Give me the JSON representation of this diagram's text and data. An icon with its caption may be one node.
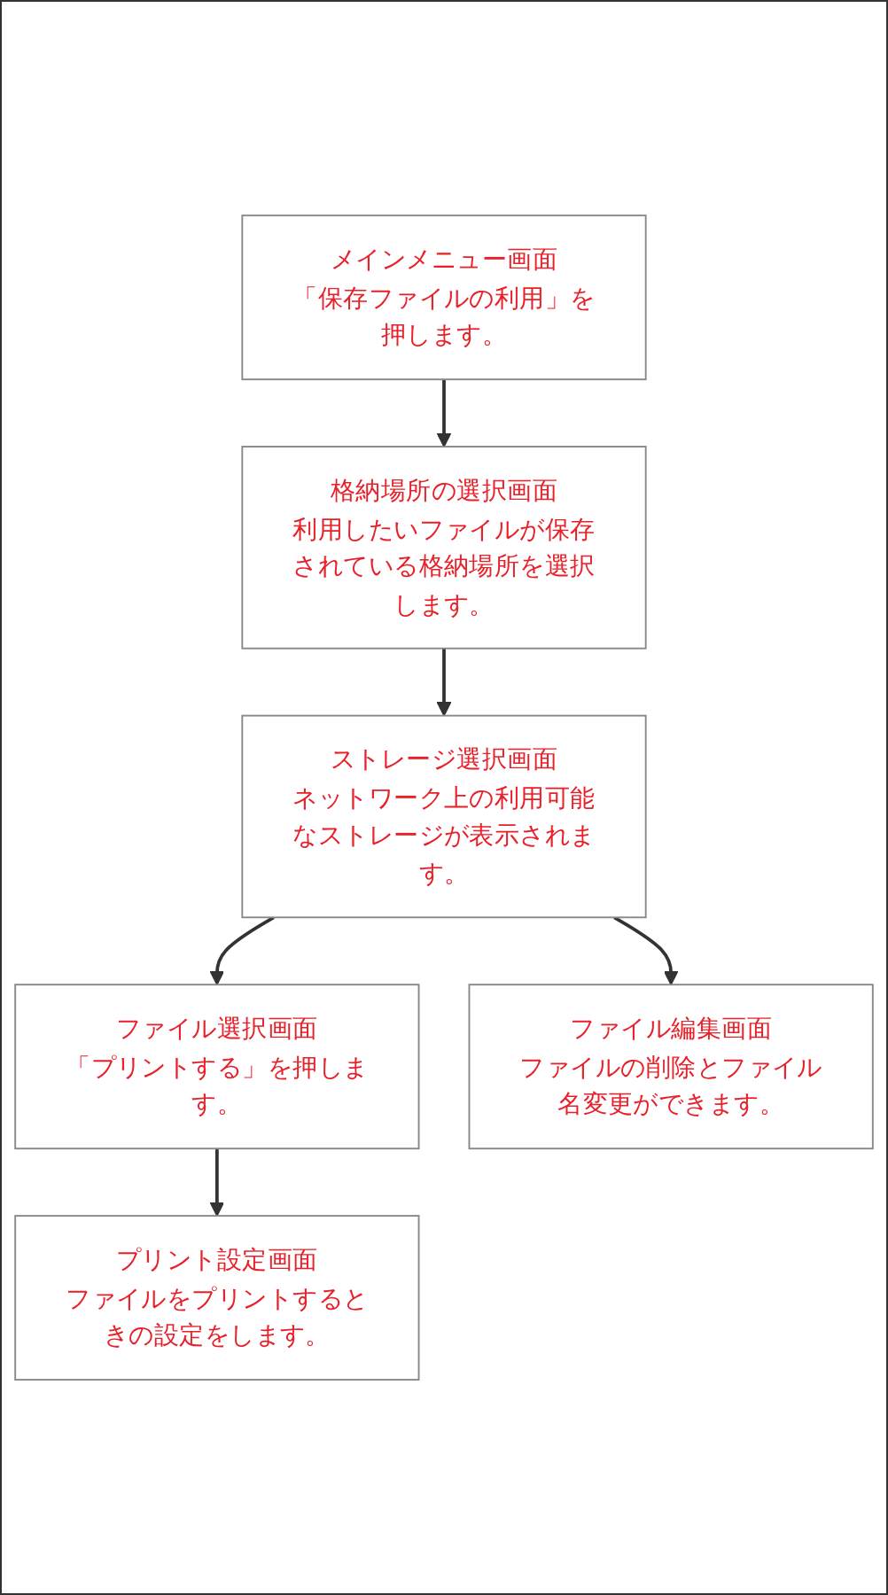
{
  "diagram": {
    "nodes": [
      {
        "text": [
          "メインメニュー画面",
          "「保存ファイルの利用」を押します。"
        ]
      },
      {
        "text": [
          "格納場所の選択画面",
          "利用したいファイルが保存されている格納場所を選択します。"
        ]
      },
      {
        "text": [
          "ストレージ選択画面",
          "ネットワーク上の利用可能なストレージが表示されます。"
        ]
      },
      {
        "text": [
          "ファイル選択画面",
          "「プリントする」を押します。"
        ]
      },
      {
        "text": [
          "ファイル編集画面",
          "ファイルの削除とファイル名変更ができます。"
        ]
      },
      {
        "text": [
          "プリント設定画面",
          "ファイルをプリントするときの設定をします。"
        ]
      }
    ],
    "edges": [
      {
        "from": 0,
        "to": 1,
        "arrow": "to"
      },
      {
        "from": 1,
        "to": 2,
        "arrow": "to"
      },
      {
        "from": 2,
        "to": 3,
        "arrow": "to"
      },
      {
        "from": 2,
        "to": 4,
        "arrow": "to"
      },
      {
        "from": 3,
        "to": 5,
        "arrow": "to"
      }
    ]
  }
}
